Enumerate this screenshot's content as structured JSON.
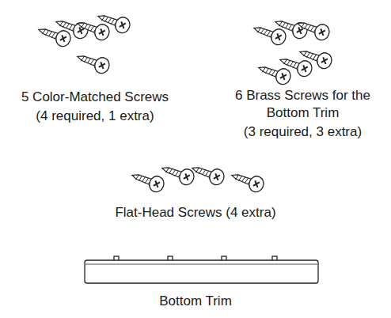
{
  "diagram": {
    "labels": [
      "5 Color-Matched Screws",
      "(4 required, 1 extra)",
      "6 Brass Screws for the Bottom Trim",
      "(3 required, 3 extra)",
      "Flat-Head Screws (4 extra)",
      "Bottom Trim"
    ]
  }
}
